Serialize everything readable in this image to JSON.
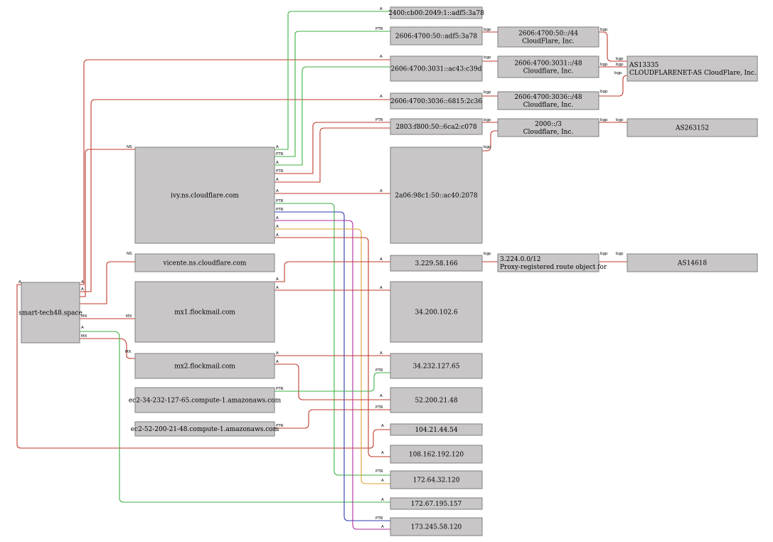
{
  "colors": {
    "node_fill": "#c8c6c7",
    "node_stroke": "#7f7f7f",
    "red": "#c0392b",
    "green": "#3cb043",
    "blue": "#2b3bb0",
    "magenta": "#b02b9e",
    "orange": "#e0a030"
  },
  "nodes": [
    {
      "id": "smart",
      "label": [
        "smart-tech48.space"
      ]
    },
    {
      "id": "ivy",
      "label": [
        "ivy.ns.cloudflare.com"
      ]
    },
    {
      "id": "vicente",
      "label": [
        "vicente.ns.cloudflare.com"
      ]
    },
    {
      "id": "mx1",
      "label": [
        "mx1.flockmail.com"
      ]
    },
    {
      "id": "mx2",
      "label": [
        "mx2.flockmail.com"
      ]
    },
    {
      "id": "ec2a",
      "label": [
        "ec2-34-232-127-65.compute-1.amazonaws.com"
      ]
    },
    {
      "id": "ec2b",
      "label": [
        "ec2-52-200-21-48.compute-1.amazonaws.com"
      ]
    },
    {
      "id": "ip6a",
      "label": [
        "2400:cb00:2049:1::adf5:3a78"
      ]
    },
    {
      "id": "ip6b",
      "label": [
        "2606:4700:50::adf5:3a78"
      ]
    },
    {
      "id": "ip6c",
      "label": [
        "2606:4700:3031::ac43:c39d"
      ]
    },
    {
      "id": "ip6d",
      "label": [
        "2606:4700:3036::6815:2c36"
      ]
    },
    {
      "id": "ip6e",
      "label": [
        "2803:f800:50::6ca2:c078"
      ]
    },
    {
      "id": "ip6f",
      "label": [
        "2a06:98c1:50::ac40:2078"
      ]
    },
    {
      "id": "ip4a",
      "label": [
        "3.229.58.166"
      ]
    },
    {
      "id": "ip4b",
      "label": [
        "34.200.102.6"
      ]
    },
    {
      "id": "ip4c",
      "label": [
        "34.232.127.65"
      ]
    },
    {
      "id": "ip4d",
      "label": [
        "52.200.21.48"
      ]
    },
    {
      "id": "ip4e",
      "label": [
        "104.21.44.54"
      ]
    },
    {
      "id": "ip4f",
      "label": [
        "108.162.192.120"
      ]
    },
    {
      "id": "ip4g",
      "label": [
        "172.64.32.120"
      ]
    },
    {
      "id": "ip4h",
      "label": [
        "172.67.195.157"
      ]
    },
    {
      "id": "ip4i",
      "label": [
        "173.245.58.120"
      ]
    },
    {
      "id": "pfx1",
      "label": [
        "2606:4700:50::/44",
        "CloudFlare, Inc."
      ]
    },
    {
      "id": "pfx2",
      "label": [
        "2606:4700:3031::/48",
        "Cloudflare, Inc."
      ]
    },
    {
      "id": "pfx3",
      "label": [
        "2606:4700:3036::/48",
        "Cloudflare, Inc."
      ]
    },
    {
      "id": "pfx4",
      "label": [
        "2000::/3",
        "Cloudflare, Inc."
      ]
    },
    {
      "id": "pfx5",
      "label": [
        "3.224.0.0/12",
        "Proxy-registered route object for"
      ]
    },
    {
      "id": "as1",
      "label": [
        "AS13335",
        "CLOUDFLARENET-AS CloudFlare, Inc."
      ]
    },
    {
      "id": "as2",
      "label": [
        "AS263152"
      ]
    },
    {
      "id": "as3",
      "label": [
        "AS14618"
      ]
    }
  ],
  "edge_labels": {
    "a": "A",
    "ns": "NS",
    "mx": "MX",
    "ptr": "PTR",
    "bgp": "bgp"
  }
}
